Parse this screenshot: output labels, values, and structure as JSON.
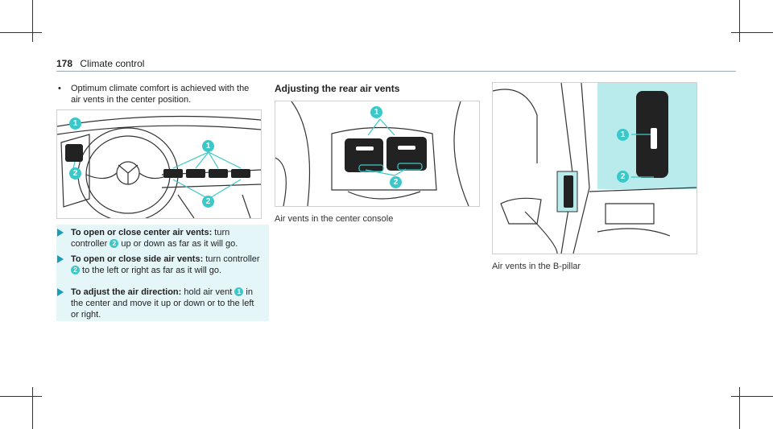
{
  "page": {
    "number": "178",
    "section": "Climate control"
  },
  "intro_bullet": {
    "symbol": "•",
    "text": "Optimum climate comfort is achieved with the air vents in the center position."
  },
  "figure1": {
    "callouts": [
      "1",
      "2"
    ]
  },
  "steps": [
    {
      "bold": "To open or close center air vents:",
      "before": " turn controller ",
      "ref": "2",
      "after": " up or down as far as it will go."
    },
    {
      "bold": "To open or close side air vents:",
      "before": " turn controller ",
      "ref": "2",
      "after": " to the left or right as far as it will go."
    },
    {
      "bold": "To adjust the air direction:",
      "before": " hold air vent ",
      "ref": "1",
      "after": " in the center and move it up or down or to the left or right."
    }
  ],
  "rear": {
    "title": "Adjusting the rear air vents",
    "caption": "Air vents in the center console",
    "callouts": [
      "1",
      "2"
    ]
  },
  "pillar": {
    "caption": "Air vents in the B-pillar",
    "callouts": [
      "1",
      "2"
    ]
  },
  "colors": {
    "accent": "#3cc8c8",
    "highlight": "#b9ebed",
    "arrow": "#1a9db8"
  }
}
